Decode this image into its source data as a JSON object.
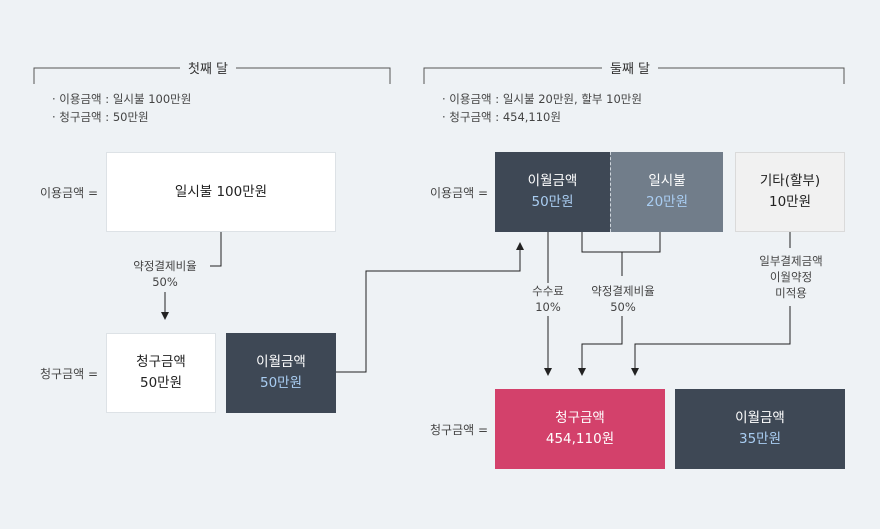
{
  "first_month": {
    "title": "첫째 달",
    "bullets": [
      "· 이용금액 : 일시불 100만원",
      "· 청구금액 : 50만원"
    ],
    "usage_label": "이용금액 =",
    "billing_label": "청구금액 =",
    "usage_box": "일시불 100만원",
    "ratio_note": [
      "약정결제비율",
      "50%"
    ],
    "billing_box": {
      "title": "청구금액",
      "value": "50만원"
    },
    "carry_box": {
      "title": "이월금액",
      "value": "50만원"
    }
  },
  "second_month": {
    "title": "둘째 달",
    "bullets": [
      "· 이용금액 : 일시불 20만원, 할부 10만원",
      "· 청구금액 : 454,110원"
    ],
    "usage_label": "이용금액 =",
    "billing_label": "청구금액 =",
    "carry_box": {
      "title": "이월금액",
      "value": "50만원"
    },
    "lump_box": {
      "title": "일시불",
      "value": "20만원"
    },
    "other_box": {
      "title": "기타(할부)",
      "value": "10만원"
    },
    "fee_note": [
      "수수료",
      "10%"
    ],
    "ratio_note": [
      "약정결제비율",
      "50%"
    ],
    "exempt_note": [
      "일부결제금액",
      "이월약정",
      "미적용"
    ],
    "billing_box": {
      "title": "청구금액",
      "value": "454,110원"
    },
    "next_carry_box": {
      "title": "이월금액",
      "value": "35만원"
    }
  },
  "colors": {
    "dark": "#3e4855",
    "grey": "#717d8a",
    "pink": "#d3416b",
    "value_blue": "#a9cdf2",
    "background": "#eef2f5"
  }
}
